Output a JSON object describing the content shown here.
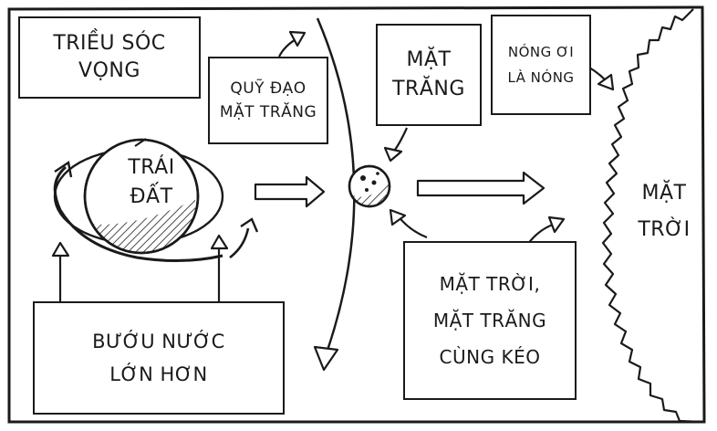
{
  "colors": {
    "ink": "#1a1a1a",
    "paper": "#ffffff"
  },
  "labels": {
    "spring_tide": [
      "TRIỀU SÓC",
      "VỌNG"
    ],
    "moon_orbit": [
      "QUỸ ĐẠO",
      "MẶT TRĂNG"
    ],
    "moon": [
      "MẶT",
      "TRĂNG"
    ],
    "hot": [
      "NÓNG ƠI",
      "LÀ NÓNG"
    ],
    "earth": [
      "TRÁI",
      "ĐẤT"
    ],
    "sun": [
      "MẶT",
      "TRỜI"
    ],
    "bigger_bulge": [
      "BƯỚU NƯỚC",
      "LỚN HƠN"
    ],
    "pulling_together": [
      "MẶT TRỜI,",
      "MẶT TRĂNG",
      "CÙNG KÉO"
    ]
  }
}
